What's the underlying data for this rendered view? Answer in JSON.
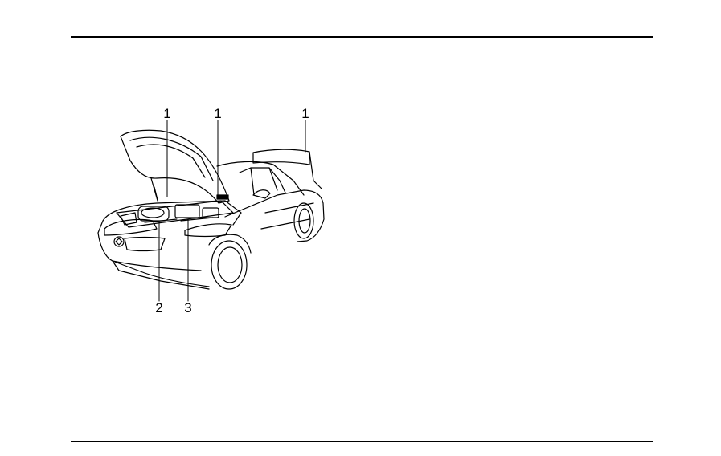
{
  "figure": {
    "callouts": [
      {
        "id": "callout-1a",
        "label": "1"
      },
      {
        "id": "callout-1b",
        "label": "1"
      },
      {
        "id": "callout-1c",
        "label": "1"
      },
      {
        "id": "callout-2",
        "label": "2"
      },
      {
        "id": "callout-3",
        "label": "3"
      }
    ]
  },
  "colors": {
    "ink": "#000000",
    "paper": "#ffffff"
  }
}
